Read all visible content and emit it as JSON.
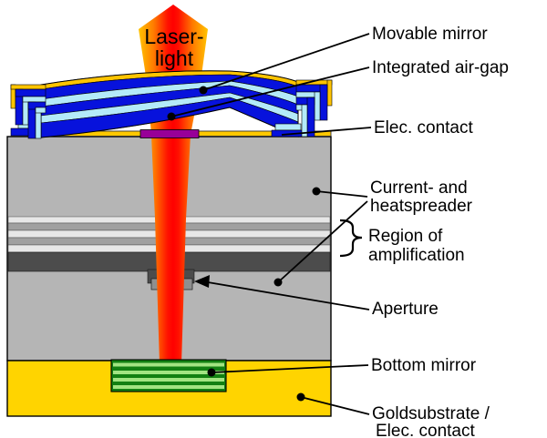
{
  "labels": {
    "laser1": "Laser-",
    "laser2": "light",
    "movable_mirror": "Movable mirror",
    "air_gap": "Integrated air-gap",
    "elec_contact_top": "Elec. contact",
    "heatspreader1": "Current- and",
    "heatspreader2": "heatspreader",
    "amplification1": "Region of",
    "amplification2": "amplification",
    "aperture": "Aperture",
    "bottom_mirror": "Bottom mirror",
    "gold1": "Goldsubstrate /",
    "gold2": "Elec. contact"
  },
  "colors": {
    "beam-core": "#FF0000",
    "beam-hot": "#FF1200",
    "beam-mid": "#FF7A00",
    "beam-edge": "#FFC400",
    "mirror-blue": "#0712DC",
    "mirror-cyan": "#B4EAF9",
    "mirror-coat": "#FFC400",
    "contact-strip": "#FFC800",
    "contact-purple": "#980098",
    "body-gray": "#B5B5B5",
    "stripe-light": "#E7E7E7",
    "stripe-gray": "#A0A0A0",
    "dark-layer": "#4C4C4C",
    "aperture-gray": "#8F8F8F",
    "gold": "#FFD400",
    "green-dark": "#128012",
    "green-light": "#A2E482"
  }
}
